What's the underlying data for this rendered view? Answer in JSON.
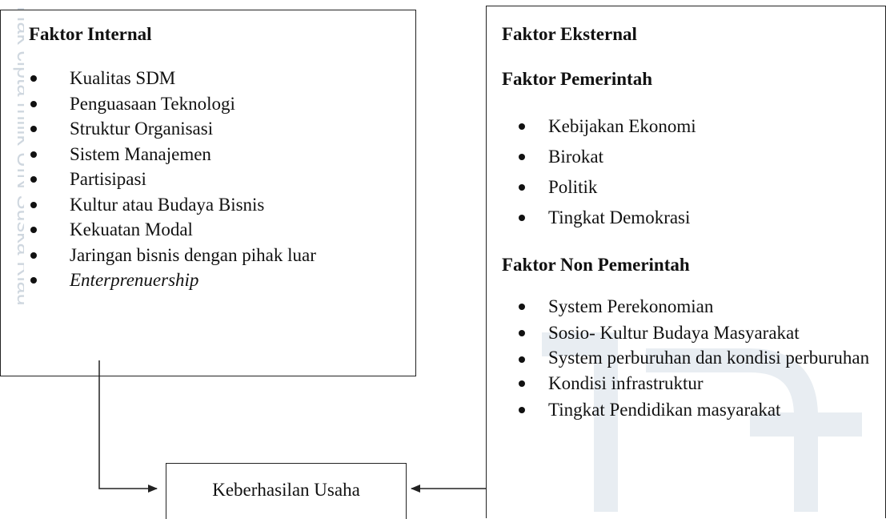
{
  "internal": {
    "title": "Faktor Internal",
    "items": [
      "Kualitas SDM",
      "Penguasaan Teknologi",
      "Struktur Organisasi",
      "Sistem Manajemen",
      "Partisipasi",
      "Kultur atau Budaya Bisnis",
      "Kekuatan Modal",
      "Jaringan bisnis dengan pihak luar",
      "Enterprenuership"
    ]
  },
  "external": {
    "title": "Faktor Eksternal",
    "government": {
      "title": "Faktor Pemerintah",
      "items": [
        "Kebijakan Ekonomi",
        "Birokat",
        "Politik",
        "Tingkat Demokrasi"
      ]
    },
    "non_government": {
      "title": "Faktor Non Pemerintah",
      "items": [
        "System Perekonomian",
        "Sosio- Kultur Budaya Masyarakat",
        "System perburuhan dan kondisi perburuhan",
        "Kondisi infrastruktur",
        "Tingkat Pendidikan masyarakat"
      ]
    }
  },
  "result": {
    "label": "Keberhasilan Usaha"
  },
  "watermark": {
    "text": "Hak cipta milik UIN Suska Riau"
  },
  "colors": {
    "line": "#222222",
    "watermark": "#cfd7df"
  }
}
